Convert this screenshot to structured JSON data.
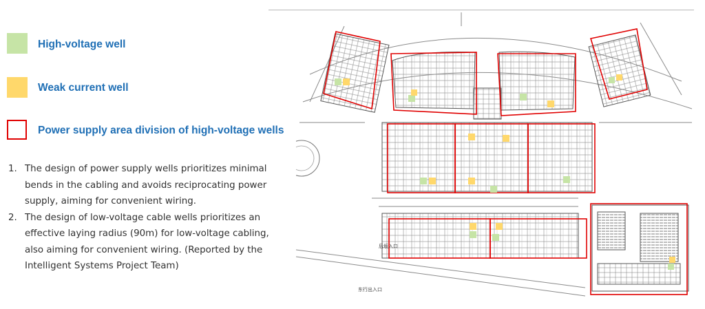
{
  "legend": [
    {
      "label": "High-voltage well",
      "kind": "fill",
      "color": "#c6e4a6"
    },
    {
      "label": "Weak current well",
      "kind": "fill",
      "color": "#ffd86b"
    },
    {
      "label": "Power supply area division of high-voltage wells",
      "kind": "outline",
      "color": "#e00000"
    }
  ],
  "notes": [
    {
      "num": "1.",
      "text": "The design of power supply wells prioritizes minimal bends in the cabling and avoids reciprocating power supply, aiming for convenient wiring."
    },
    {
      "num": "2.",
      "text": "The design of low-voltage cable wells prioritizes an effective laying radius (90m) for low-voltage cabling, also aiming for convenient wiring. (Reported by the Intelligent Systems Project Team)"
    }
  ],
  "colors": {
    "title_blue": "#1f6fb5",
    "area_red": "#e00000",
    "hv_green": "#c6e4a6",
    "weak_yellow": "#ffd86b",
    "line_gray": "#7a7a7a"
  },
  "plan": {
    "labels": [
      "后坂入口",
      "东行出入口"
    ]
  }
}
